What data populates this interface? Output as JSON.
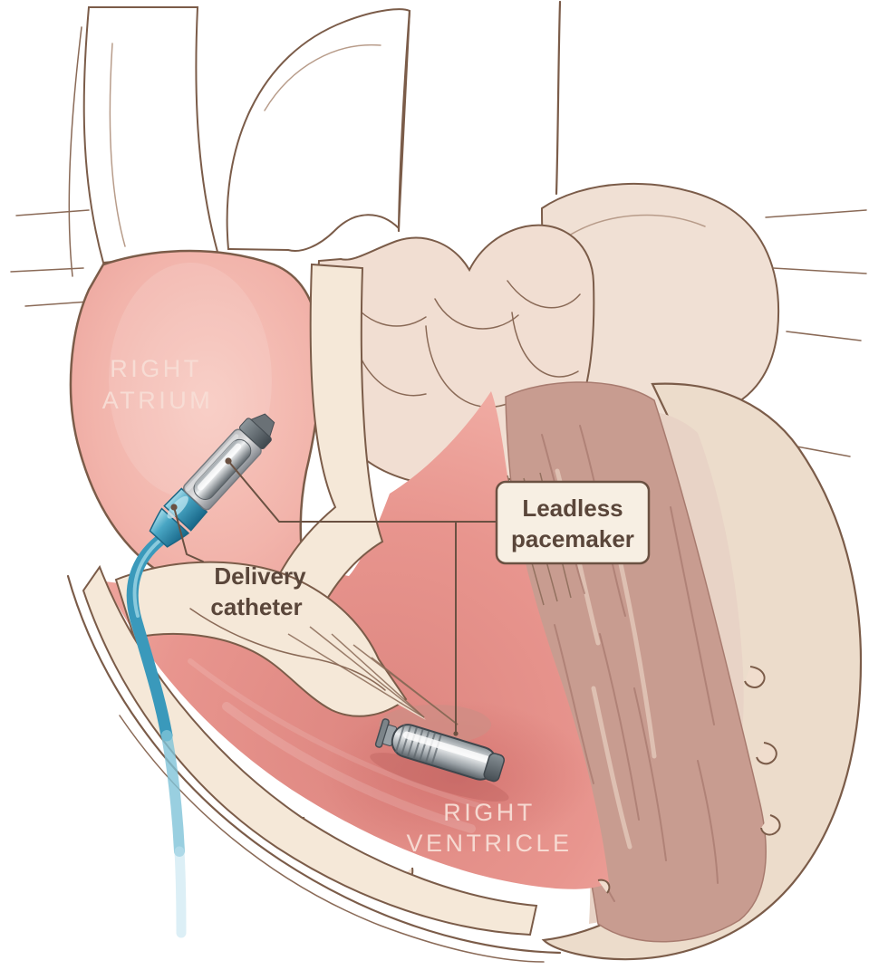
{
  "figure": {
    "type": "medical-illustration",
    "subject": "Heart cross-section showing leadless pacemaker implantation via delivery catheter",
    "chamber_labels": {
      "right_atrium": {
        "line1": "RIGHT",
        "line2": "ATRIUM"
      },
      "right_ventricle": {
        "line1": "RIGHT",
        "line2": "VENTRICLE"
      }
    },
    "callouts": {
      "delivery_catheter": {
        "line1": "Delivery",
        "line2": "catheter"
      },
      "leadless_pacemaker": {
        "line1": "Leadless",
        "line2": "pacemaker"
      }
    },
    "colors": {
      "outline_brown": "#7b5c49",
      "callout_text": "#5a463a",
      "chamber_label_text": "#f8ded6",
      "callout_box_fill": "#f7efe3",
      "callout_box_border": "#6a5142",
      "leader_line": "#6a5142",
      "atrium_pink": "#efaca4",
      "ventricle_pink": "#e8928c",
      "ventricle_deep_red": "#d5736f",
      "myocardium_cream": "#f5e8d8",
      "left_ventricle_wall_beige": "#ecdccb",
      "septum_mauve": "#c89c90",
      "catheter_blue": "#3e9dbf",
      "catheter_blue_light": "#8fd0e2",
      "device_silver": "#c9cdd0",
      "device_dark_gray": "#54595e"
    }
  }
}
